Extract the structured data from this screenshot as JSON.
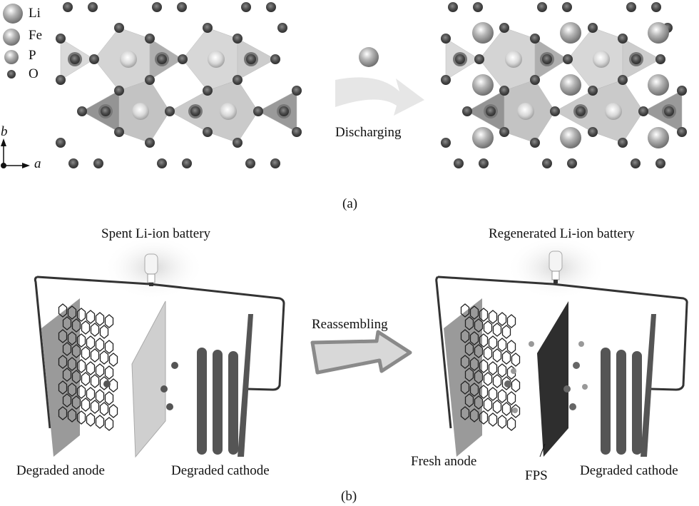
{
  "panel_a": {
    "legend": [
      {
        "label": "Li",
        "icon": "li-atom-icon"
      },
      {
        "label": "Fe",
        "icon": "fe-atom-icon"
      },
      {
        "label": "P",
        "icon": "p-atom-icon"
      },
      {
        "label": "O",
        "icon": "o-atom-icon"
      }
    ],
    "axes": {
      "b": "b",
      "a": "a"
    },
    "arrow_label": "Discharging",
    "caption": "(a)"
  },
  "panel_b": {
    "left_title": "Spent Li-ion battery",
    "right_title": "Regenerated Li-ion battery",
    "arrow_label": "Reassembling",
    "left_labels": {
      "anode": "Degraded anode",
      "cathode": "Degraded cathode"
    },
    "right_labels": {
      "anode": "Fresh anode",
      "separator": "FPS",
      "cathode": "Degraded cathode"
    },
    "caption": "(b)"
  },
  "colors": {
    "oxygen": "#4a4a4a",
    "lithium": "#9a9a9a",
    "polyhedra_light": "#d8d8d8",
    "polyhedra_dark": "#9c9c9c",
    "wire": "#333333"
  }
}
